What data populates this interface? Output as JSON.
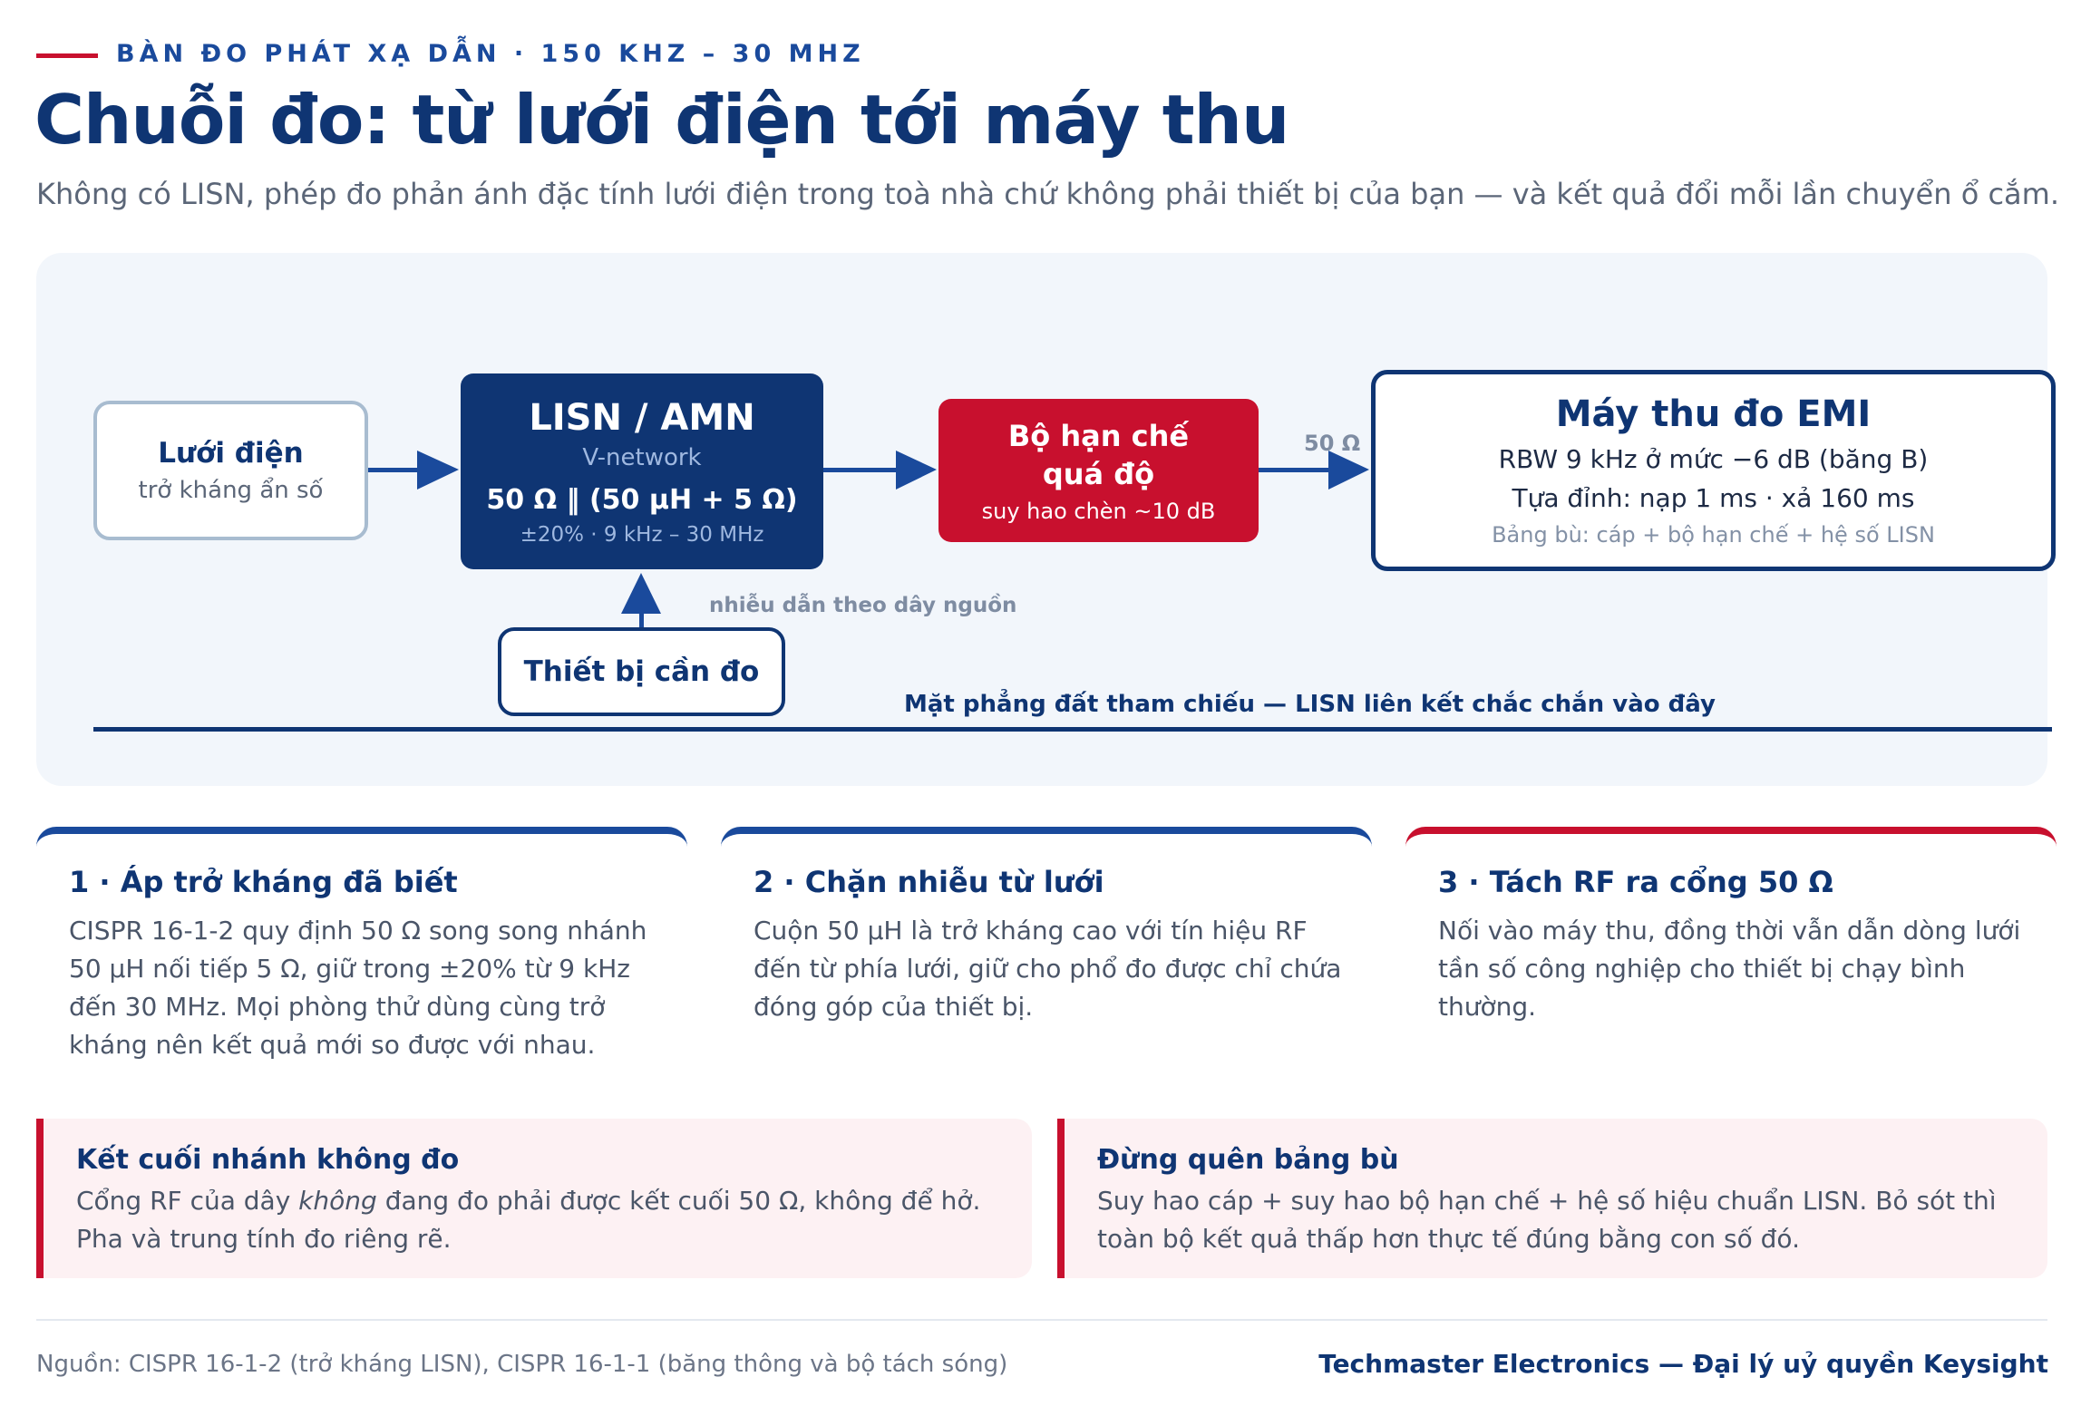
{
  "header": {
    "eyebrow": "BÀN ĐO PHÁT XẠ DẪN · 150 KHZ – 30 MHZ",
    "title": "Chuỗi đo: từ lưới điện tới máy thu",
    "subtitle": "Không có LISN, phép đo phản ánh đặc tính lưới điện trong toà nhà chứ không phải thiết bị của bạn — và kết quả đổi mỗi lần chuyển ổ cắm."
  },
  "diagram": {
    "mains": {
      "title": "Lưới điện",
      "sub": "trở kháng ẩn số"
    },
    "lisn": {
      "title": "LISN / AMN",
      "sub": "V-network",
      "formula": "50 Ω ‖ (50 µH + 5 Ω)",
      "range": "±20% · 9 kHz – 30 MHz"
    },
    "limiter": {
      "title": "Bộ hạn chế quá độ",
      "sub": "suy hao chèn ~10 dB"
    },
    "receiver": {
      "title": "Máy thu đo EMI",
      "line1": "RBW 9 kHz ở mức −6 dB (băng B)",
      "line2": "Tựa đỉnh: nạp 1 ms · xả 160 ms",
      "line3": "Bảng bù: cáp + bộ hạn chế + hệ số LISN"
    },
    "dut": {
      "title": "Thiết bị cần đo"
    },
    "label_50ohm": "50 Ω",
    "label_noise": "nhiễu dẫn theo dây nguồn",
    "label_ground": "Mặt phẳng đất tham chiếu — LISN liên kết chắc chắn vào đây",
    "colors": {
      "navy": "#0f3573",
      "blue": "#1a4a9c",
      "red": "#c8102e",
      "panel": "#f2f6fb"
    }
  },
  "cards": [
    {
      "title": "1 · Áp trở kháng đã biết",
      "body": "CISPR 16-1-2 quy định 50 Ω song song nhánh 50 µH nối tiếp 5 Ω, giữ trong ±20% từ 9 kHz đến 30 MHz. Mọi phòng thử dùng cùng trở kháng nên kết quả mới so được với nhau."
    },
    {
      "title": "2 · Chặn nhiễu từ lưới",
      "body": "Cuộn 50 µH là trở kháng cao với tín hiệu RF đến từ phía lưới, giữ cho phổ đo được chỉ chứa đóng góp của thiết bị."
    },
    {
      "title": "3 · Tách RF ra cổng 50 Ω",
      "body": "Nối vào máy thu, đồng thời vẫn dẫn dòng lưới tần số công nghiệp cho thiết bị chạy bình thường."
    }
  ],
  "callouts": [
    {
      "title": "Kết cuối nhánh không đo",
      "body_pre": "Cổng RF của dây ",
      "body_em": "không",
      "body_post": " đang đo phải được kết cuối 50 Ω, không để hở. Pha và trung tính đo riêng rẽ."
    },
    {
      "title": "Đừng quên bảng bù",
      "body": "Suy hao cáp + suy hao bộ hạn chế + hệ số hiệu chuẩn LISN. Bỏ sót thì toàn bộ kết quả thấp hơn thực tế đúng bằng con số đó."
    }
  ],
  "footer": {
    "source": "Nguồn: CISPR 16-1-2 (trở kháng LISN), CISPR 16-1-1 (băng thông và bộ tách sóng)",
    "brand": "Techmaster Electronics — Đại lý uỷ quyền Keysight"
  }
}
